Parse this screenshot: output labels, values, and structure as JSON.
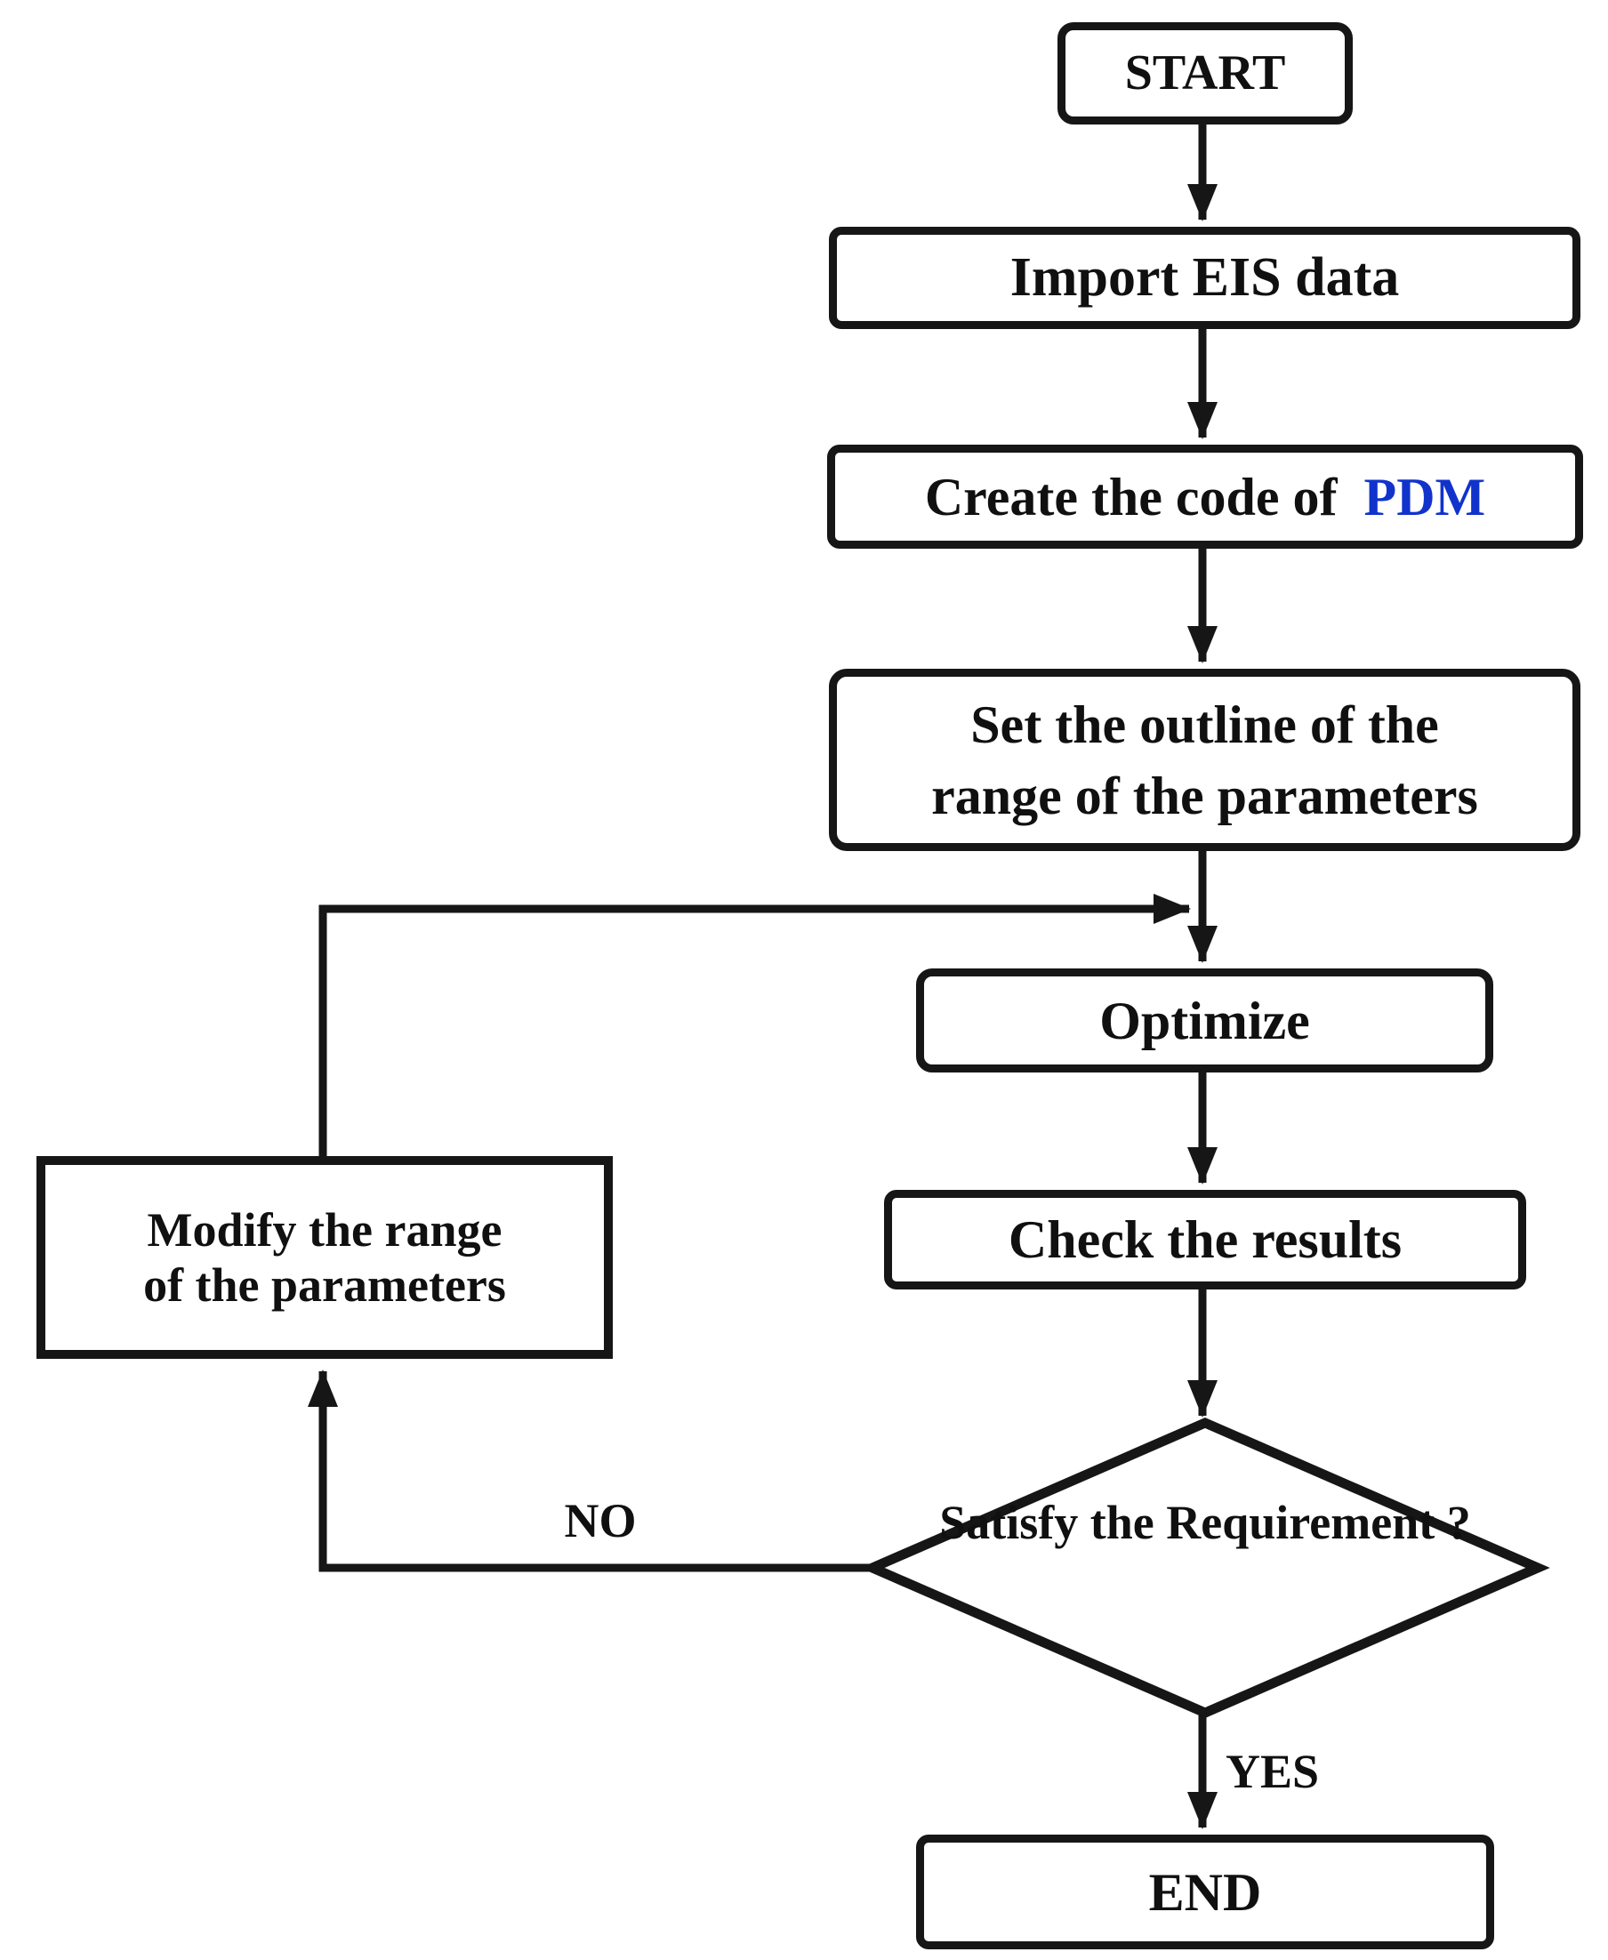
{
  "figure": {
    "background_color": "#ffffff",
    "stroke_color": "#161616",
    "text_color": "#101010",
    "highlight_color": "#1133cc"
  },
  "nodes": {
    "start": {
      "label": "START"
    },
    "import": {
      "label": "Import EIS data"
    },
    "create": {
      "prefix": "Create the code of",
      "spacer": "  ",
      "highlight": "PDM"
    },
    "set_outline": {
      "line1": "Set the outline of the",
      "line2": "range of the parameters"
    },
    "optimize": {
      "label": "Optimize"
    },
    "check": {
      "label": "Check the results"
    },
    "decision": {
      "line1": "Satisfy the",
      "line2": "Requirement",
      "line3": "?"
    },
    "modify": {
      "line1": "Modify the range",
      "line2": "of the parameters"
    },
    "end": {
      "label": "END"
    }
  },
  "edges": {
    "yes_label": "YES",
    "no_label": "NO"
  }
}
